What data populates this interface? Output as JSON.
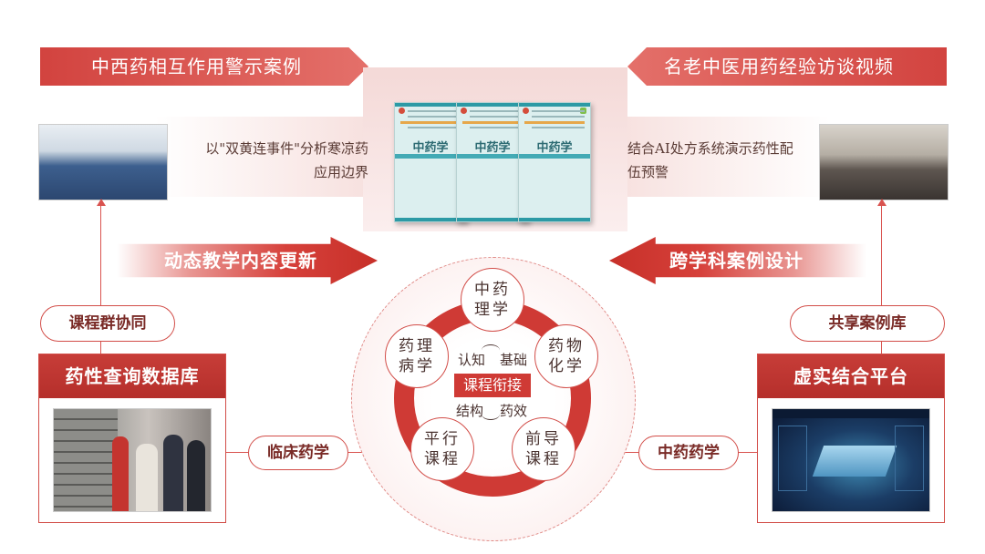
{
  "banners": {
    "left": "中西药相互作用警示案例",
    "right": "名老中医用药经验访谈视频"
  },
  "center_panel": {
    "left_text": "以\"双黄连事件\"分析寒凉药应用边界",
    "right_text": "结合AI处方系统演示药性配伍预警",
    "book_title": "中药学"
  },
  "arrows": {
    "left": "动态教学内容更新",
    "right": "跨学科案例设计"
  },
  "pills": {
    "course_group": "课程群协同",
    "shared_cases": "共享案例库",
    "clinical": "临床药学",
    "tcm_pharmacy": "中药药学"
  },
  "boxes": {
    "database": "药性查询数据库",
    "platform": "虚实结合平台"
  },
  "cycle": {
    "nodes": [
      "中药理学",
      "药物化学",
      "前导课程",
      "平行课程",
      "药理病学"
    ],
    "inner": [
      "认知",
      "基础",
      "药效",
      "结构"
    ],
    "center": "课程衔接"
  },
  "colors": {
    "primary_red": "#cf3a35",
    "banner_red": "#d2433f",
    "panel_pink": "#f4d9d7"
  }
}
